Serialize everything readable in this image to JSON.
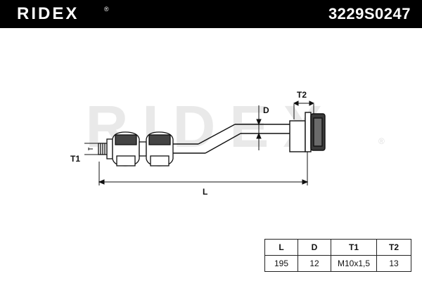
{
  "header": {
    "brand": "RIDEX",
    "brand_mark": "®",
    "part_number": "3229S0247"
  },
  "watermark": {
    "text": "RIDEX",
    "mark": "®"
  },
  "dimensions": {
    "L": "L",
    "D": "D",
    "T1": "T1",
    "T2": "T2"
  },
  "spec_table": {
    "headers": [
      "L",
      "D",
      "T1",
      "T2"
    ],
    "values": [
      "195",
      "12",
      "M10x1,5",
      "13"
    ]
  },
  "colors": {
    "header_bg": "#000000",
    "header_text": "#ffffff",
    "line": "#111111",
    "watermark": "#e9e9e9"
  }
}
